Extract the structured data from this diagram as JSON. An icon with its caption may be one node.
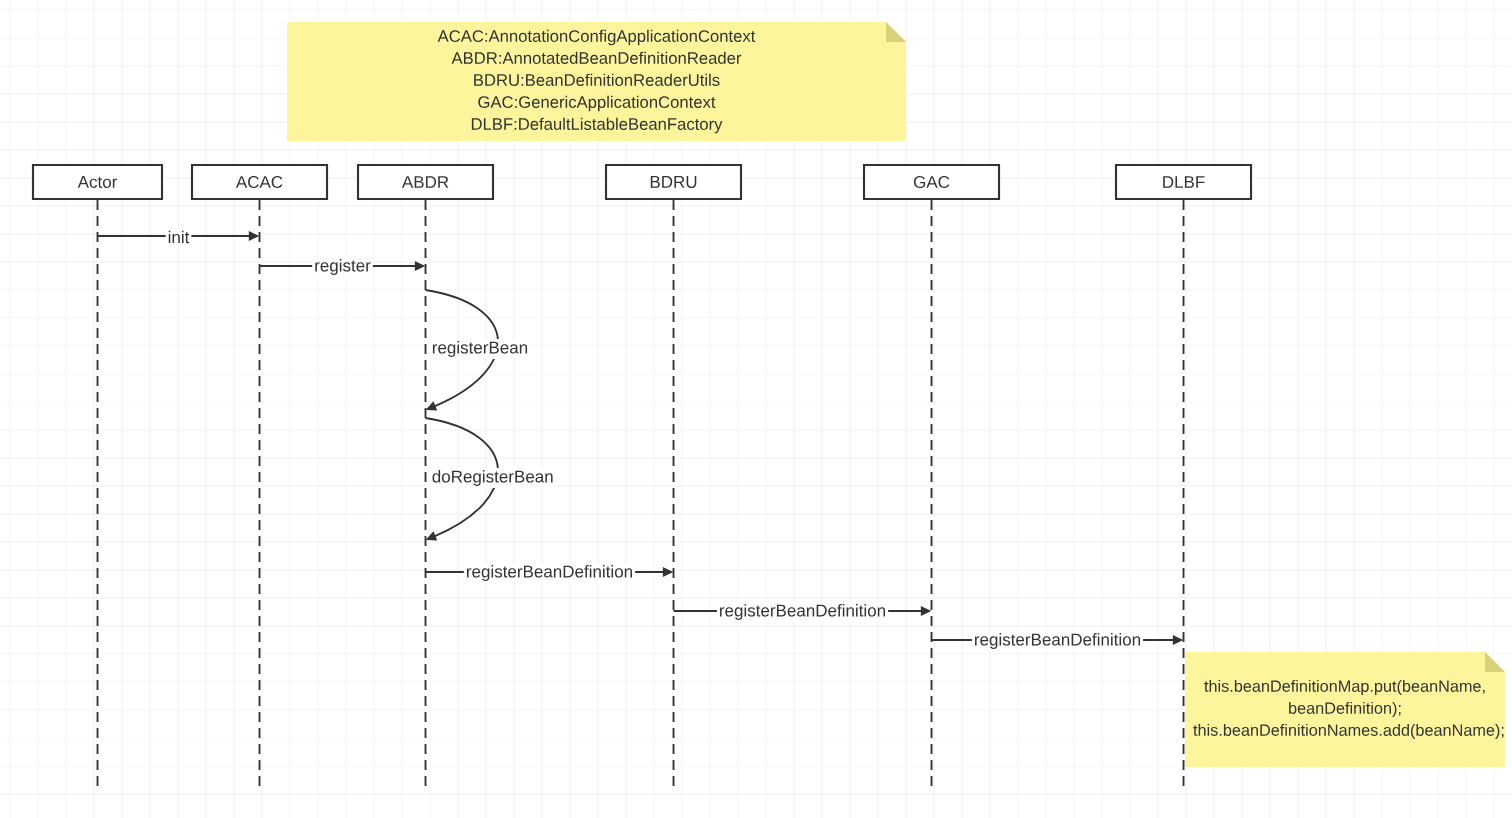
{
  "diagram": {
    "nodes": [
      {
        "text": [
          "ACAC:AnnotationConfigApplicationContext",
          "ABDR:AnnotatedBeanDefinitionReader",
          "BDRU:BeanDefinitionReaderUtils",
          "GAC:GenericApplicationContext",
          "DLBF:DefaultListableBeanFactory"
        ]
      },
      {
        "text": [
          "Actor"
        ]
      },
      {
        "text": [
          "ACAC"
        ]
      },
      {
        "text": [
          "ABDR"
        ]
      },
      {
        "text": [
          "BDRU"
        ]
      },
      {
        "text": [
          "GAC"
        ]
      },
      {
        "text": [
          "DLBF"
        ]
      },
      {
        "text": [
          "this.beanDefinitionMap.put(beanName, beanDefinition); this.beanDefinitionNames.add(beanName);"
        ]
      }
    ],
    "edges": [
      {
        "from": 1,
        "to": 2,
        "arrow": "to",
        "label": "init"
      },
      {
        "from": 2,
        "to": 3,
        "arrow": "to",
        "label": "register"
      },
      {
        "from": 3,
        "to": 3,
        "arrow": "to",
        "label": "registerBean"
      },
      {
        "from": 3,
        "to": 3,
        "arrow": "to",
        "label": "doRegisterBean"
      },
      {
        "from": 3,
        "to": 4,
        "arrow": "to",
        "label": "registerBeanDefinition"
      },
      {
        "from": 4,
        "to": 5,
        "arrow": "to",
        "label": "registerBeanDefinition"
      },
      {
        "from": 5,
        "to": 6,
        "arrow": "to",
        "label": "registerBeanDefinition"
      }
    ]
  }
}
